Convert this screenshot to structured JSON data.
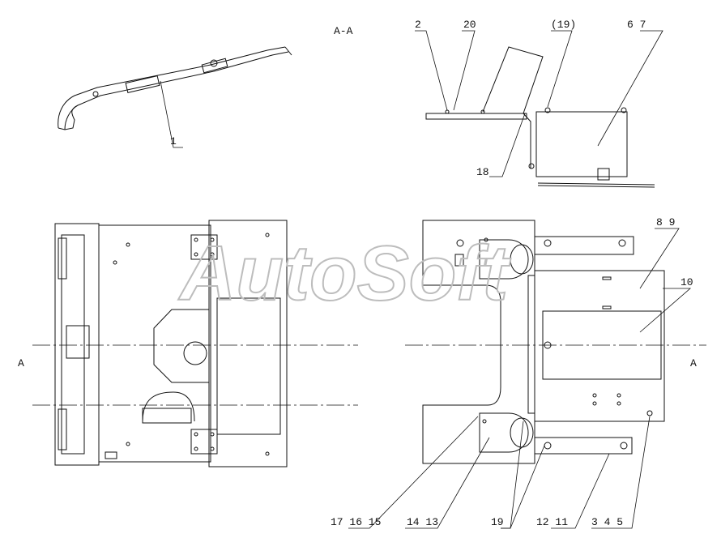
{
  "section_label": "A-A",
  "section_marks": [
    "A",
    "A"
  ],
  "watermark": "AutoSoft",
  "callouts": {
    "c1": "1",
    "c2": "2",
    "c20": "20",
    "c19p": "(19)",
    "c67": "6  7",
    "c18": "18",
    "c89": "8  9",
    "c10": "10",
    "c1716_15": "17 16 15",
    "c1413": "14 13",
    "c19": "19",
    "c1211": "12  11",
    "c345": "3  4  5"
  }
}
